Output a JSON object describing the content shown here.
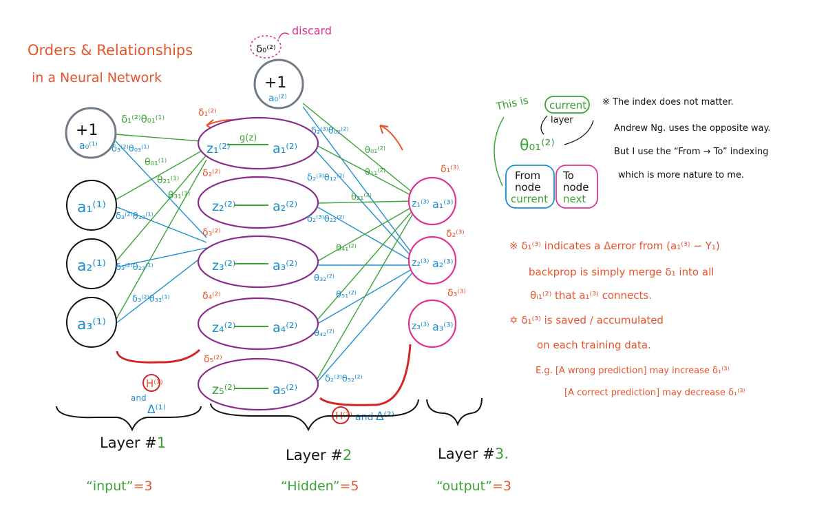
{
  "title": {
    "line1": "Orders & Relationships",
    "line2": "in a Neural Network"
  },
  "discard_label": "discard",
  "discarded_delta": "δ₀⁽²⁾",
  "bias_label": "+1",
  "input_nodes": [
    "a₀⁽¹⁾",
    "a₁⁽¹⁾",
    "a₂⁽¹⁾",
    "a₃⁽¹⁾"
  ],
  "hidden_bias_node": "a₀⁽²⁾",
  "hidden_nodes": [
    {
      "z": "z₁⁽²⁾",
      "g": "g(z)",
      "a": "a₁⁽²⁾",
      "delta": "δ₁⁽²⁾"
    },
    {
      "z": "z₂⁽²⁾",
      "g": "",
      "a": "a₂⁽²⁾",
      "delta": "δ₂⁽²⁾"
    },
    {
      "z": "z₃⁽²⁾",
      "g": "",
      "a": "a₃⁽²⁾",
      "delta": "δ₃⁽²⁾"
    },
    {
      "z": "z₄⁽²⁾",
      "g": "",
      "a": "a₄⁽²⁾",
      "delta": "δ₄⁽²⁾"
    },
    {
      "z": "z₅⁽²⁾",
      "g": "",
      "a": "a₅⁽²⁾",
      "delta": "δ₅⁽²⁾"
    }
  ],
  "output_nodes": [
    {
      "z": "z₁⁽³⁾",
      "a": "a₁⁽³⁾",
      "delta": "δ₁⁽³⁾"
    },
    {
      "z": "z₂⁽³⁾",
      "a": "a₂⁽³⁾",
      "delta": "δ₂⁽³⁾"
    },
    {
      "z": "z₃⁽³⁾",
      "a": "a₃⁽³⁾",
      "delta": "δ₃⁽³⁾"
    }
  ],
  "weights_layer1": [
    "δ₁⁽²⁾θ₀₁⁽¹⁾",
    "δ₃⁽²⁾θ₀₃⁽¹⁾",
    "θ₀₁⁽¹⁾",
    "θ₂₁⁽¹⁾",
    "θ₃₁⁽¹⁾",
    "δ₃⁽²⁾θ₁₃⁽¹⁾",
    "δ₃⁽²⁾θ₂₃⁽¹⁾",
    "δ₃⁽²⁾θ₃₃⁽¹⁾"
  ],
  "weights_layer2": [
    "δ₂⁽³⁾θ₀₂⁽²⁾",
    "θ₀₁⁽²⁾",
    "δ₂⁽³⁾θ₁₂⁽²⁾",
    "θ₁₁⁽²⁾",
    "δ₂⁽³⁾θ₂₂⁽²⁾",
    "θ₂₁⁽²⁾",
    "θ₄₁⁽²⁾",
    "θ₃₂⁽²⁾",
    "θ₅₁⁽²⁾",
    "θ₄₂⁽²⁾",
    "δ₂⁽³⁾θ₅₂⁽²⁾"
  ],
  "accumulators": {
    "layer1": {
      "h": "H⁽¹⁾",
      "and": "and",
      "delta": "Δ⁽¹⁾"
    },
    "layer2": {
      "h": "H⁽²⁾",
      "and": "and",
      "delta": "Δ⁽²⁾"
    }
  },
  "layers": [
    {
      "label": "Layer #",
      "num": "1",
      "desc": "“input”",
      "count": "=3"
    },
    {
      "label": "Layer #",
      "num": "2",
      "desc": "“Hidden”",
      "count": "=5"
    },
    {
      "label": "Layer #",
      "num": "3.",
      "desc": "“output”",
      "count": "=3"
    }
  ],
  "legend": {
    "this_is": "This is",
    "current": "current",
    "layer": "layer",
    "symbol": "θ₀₁⁽²⁾",
    "from": [
      "From",
      "node",
      "current"
    ],
    "to": [
      "To",
      "node",
      "next"
    ]
  },
  "note1": [
    "※ The index does not matter.",
    "Andrew Ng. uses the opposite way.",
    "But I use the “From → To” indexing",
    "which is more nature to me."
  ],
  "note2": [
    "※ δ₁⁽³⁾ indicates a Δerror from (a₁⁽³⁾ − Y₁)",
    "backprop is simply merge δ₁ into all",
    "θᵢ₁⁽²⁾ that a₁⁽³⁾ connects.",
    "✡ δ₁⁽³⁾ is saved / accumulated",
    "on each training data.",
    "E.g. [A wrong prediction] may increase δ₁⁽³⁾",
    "[A correct prediction] may decrease δ₁⁽³⁾"
  ],
  "colors": {
    "orange": "#e8542a",
    "green": "#3aa335",
    "blue": "#1c8fd0",
    "purple": "#8a2c8a",
    "magenta": "#e0338f",
    "red": "#d62424",
    "grey": "#707b86"
  }
}
